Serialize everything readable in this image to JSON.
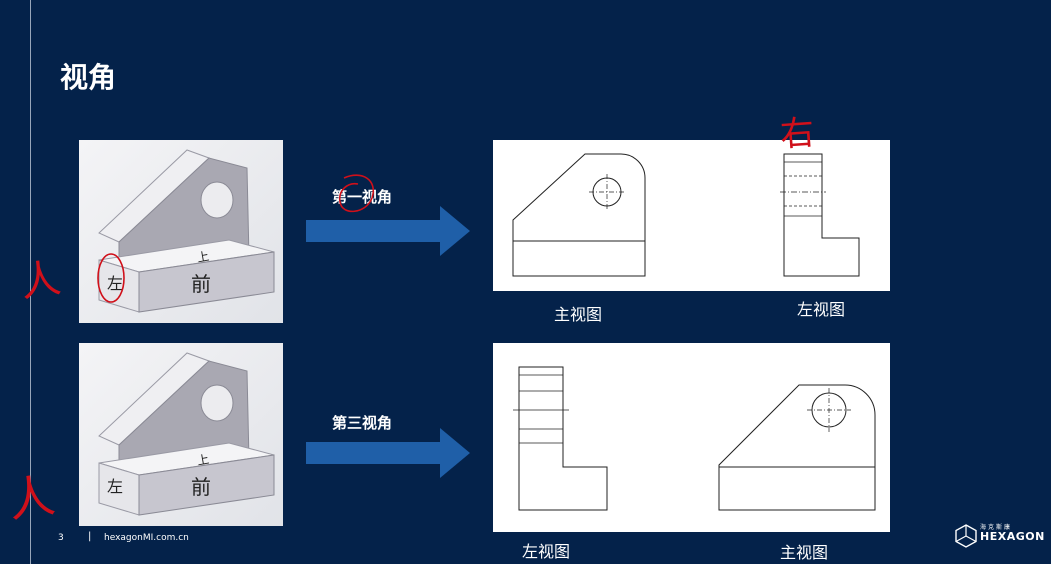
{
  "slide": {
    "title": "视角",
    "page_number": "3",
    "separator": "|",
    "url": "hexagonMI.com.cn",
    "brand": "HEXAGON",
    "brand_cn": "海克斯康"
  },
  "rows": [
    {
      "arrow_label": "第一视角",
      "iso_front_char": "前",
      "iso_left_char": "左",
      "iso_top_char": "上",
      "views": [
        {
          "label": "主视图"
        },
        {
          "label": "左视图"
        }
      ]
    },
    {
      "arrow_label": "第三视角",
      "iso_front_char": "前",
      "iso_left_char": "左",
      "iso_top_char": "上",
      "views": [
        {
          "label": "左视图"
        },
        {
          "label": "主视图"
        }
      ]
    }
  ],
  "annotations": {
    "handwritten_top_right": "右",
    "handwritten_left": "人"
  },
  "colors": {
    "background": "#04224a",
    "arrow": "#1f5fa8",
    "annotation_red": "#d0101a"
  }
}
